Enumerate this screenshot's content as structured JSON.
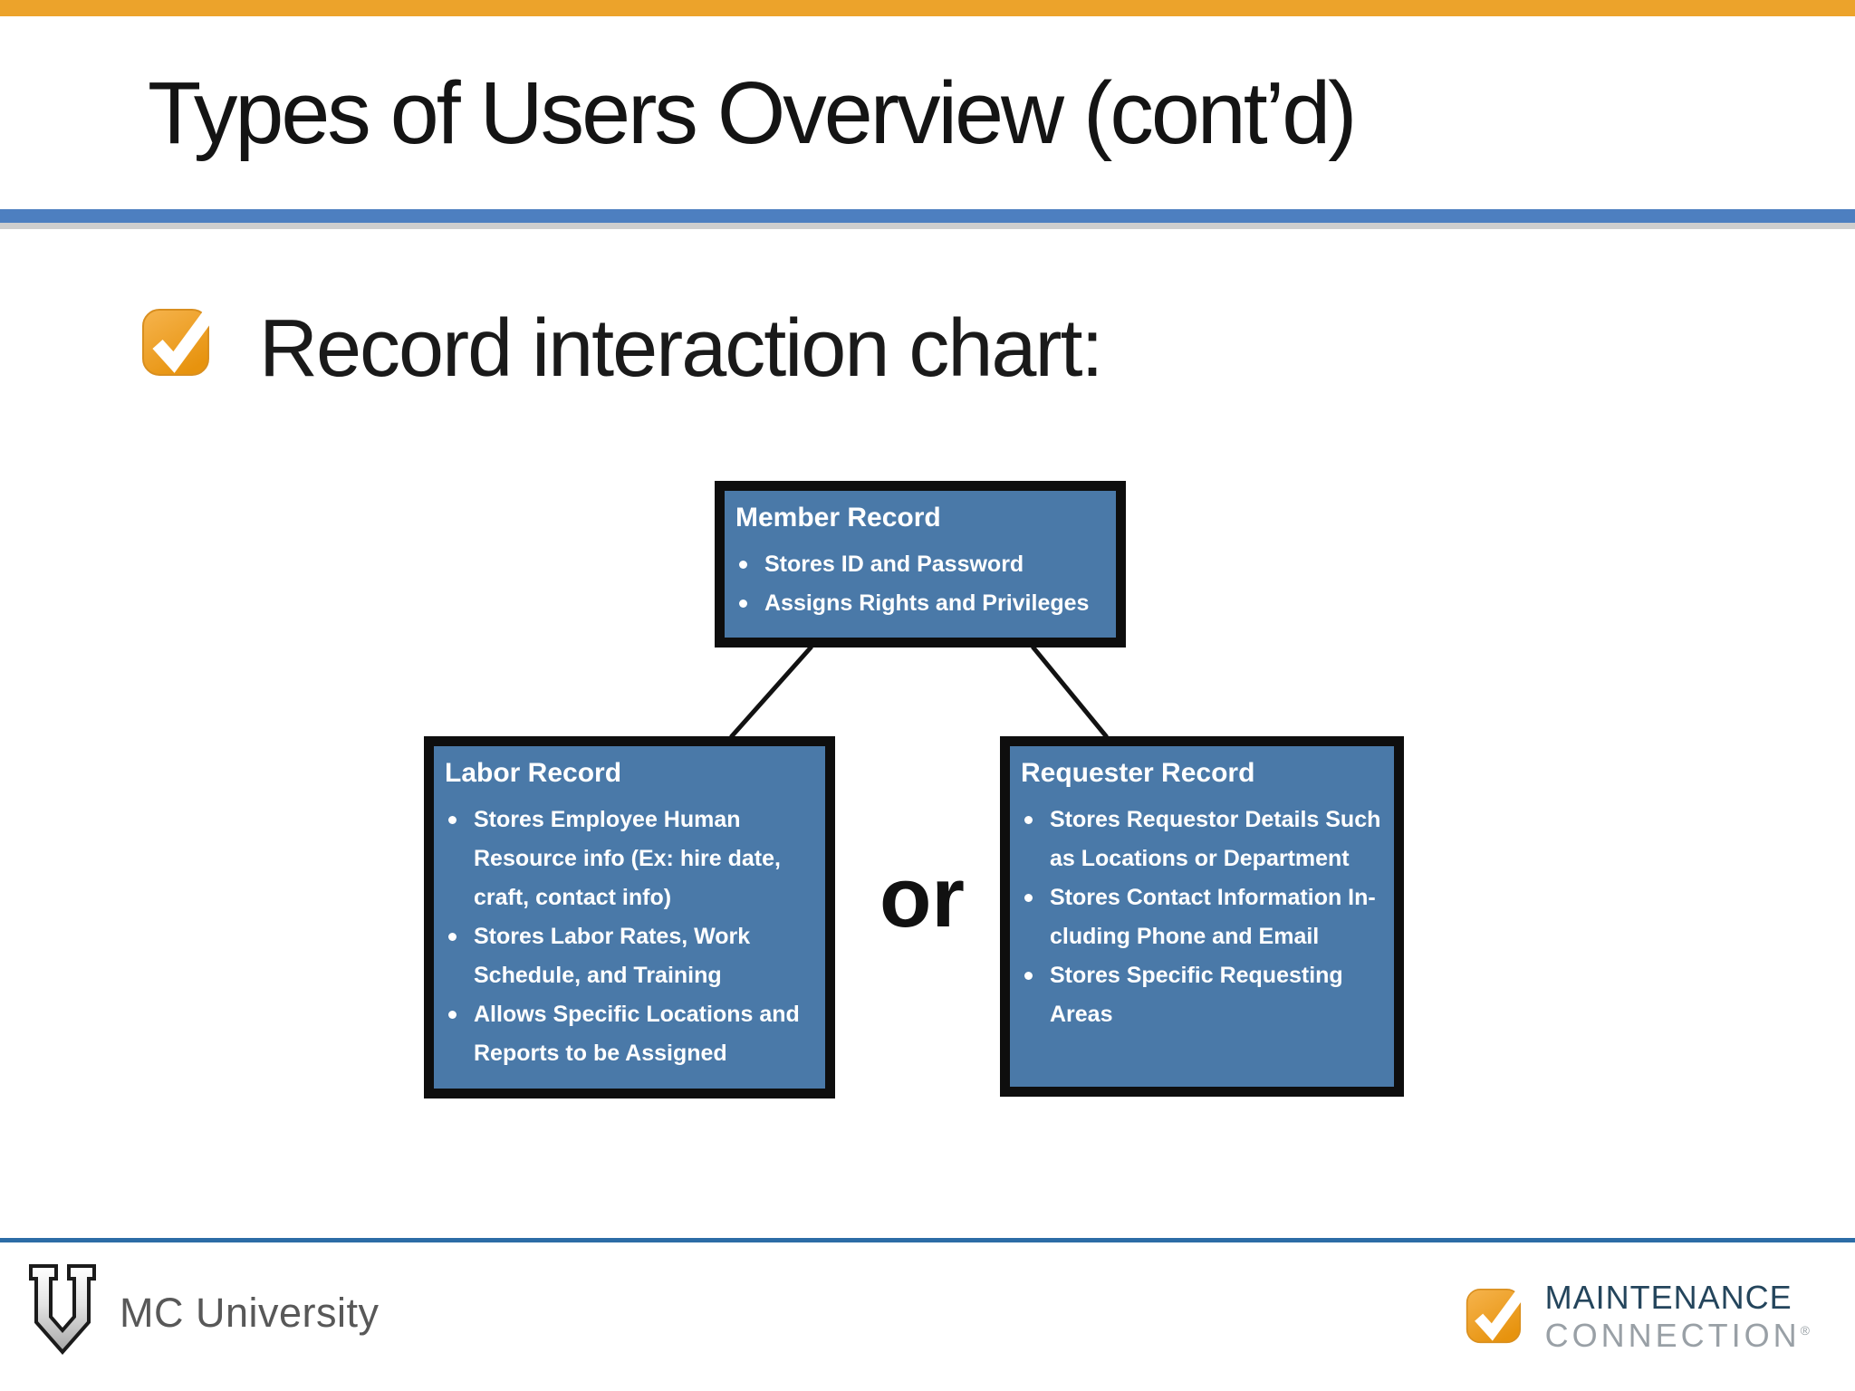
{
  "slide": {
    "title": "Types of Users Overview (cont’d)",
    "section_heading": "Record interaction chart:"
  },
  "diagram": {
    "member_record": {
      "title": "Member Record",
      "bullets": [
        "Stores ID and Password",
        "Assigns Rights and Privileges"
      ]
    },
    "labor_record": {
      "title": "Labor Record",
      "bullets": [
        "Stores Employee Human\nResource info (Ex: hire date,\ncraft, contact info)",
        "Stores Labor Rates, Work\nSchedule, and Training",
        "Allows Specific Locations and\nReports to be Assigned"
      ]
    },
    "requester_record": {
      "title": "Requester Record",
      "bullets": [
        "Stores Requestor Details Such\nas Locations or Department",
        "Stores Contact Information In-\ncluding Phone and Email",
        "Stores Specific Requesting\nAreas"
      ]
    },
    "or_label": "or"
  },
  "footer": {
    "university_name": "MC University",
    "brand_name_line1": "MAINTENANCE",
    "brand_name_line2": "CONNECTION",
    "registered_mark": "®"
  },
  "icons": {
    "section_bullet": "orange-checkbox-icon",
    "university_logo": "block-letter-u-icon",
    "brand_logo": "orange-checkmark-icon"
  },
  "colors": {
    "top_bar_orange": "#eca32b",
    "title_text": "#141414",
    "title_rule_blue": "#4d7fc0",
    "title_rule_shadow": "#bdbdbd",
    "box_fill_blue": "#4a79a8",
    "box_border_black": "#0e0e0e",
    "box_text_white": "#ffffff",
    "checkbox_orange": "#ec9a28",
    "connector_black": "#121212",
    "footer_rule_blue": "#2c6ca6",
    "footer_text_gray": "#585858",
    "brand_navy": "#24455c",
    "brand_gray": "#99a0a6"
  }
}
